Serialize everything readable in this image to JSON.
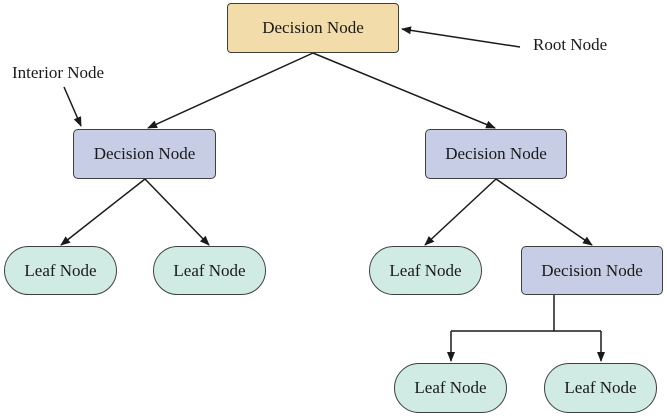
{
  "diagram": {
    "annotations": {
      "root_label": "Root Node",
      "interior_label": "Interior Node"
    },
    "nodes": {
      "root": "Decision Node",
      "left_decision": "Decision Node",
      "right_decision": "Decision Node",
      "leaf_1": "Leaf Node",
      "leaf_2": "Leaf Node",
      "leaf_3": "Leaf Node",
      "lower_decision": "Decision Node",
      "leaf_4": "Leaf Node",
      "leaf_5": "Leaf Node"
    },
    "colors": {
      "root_fill": "#f1dcaa",
      "decision_fill": "#c8cde6",
      "leaf_fill": "#d0ebe3",
      "edge": "#1a1a1a"
    }
  }
}
